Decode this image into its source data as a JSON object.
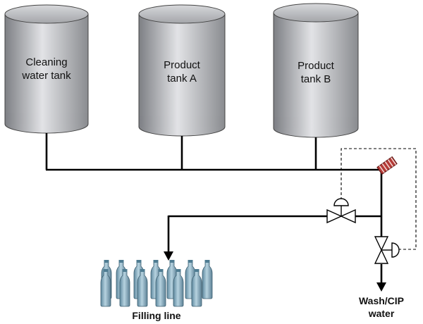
{
  "tanks": [
    {
      "line1": "Cleaning",
      "line2": "water tank"
    },
    {
      "line1": "Product",
      "line2": "tank A"
    },
    {
      "line1": "Product",
      "line2": "tank B"
    }
  ],
  "outputs": {
    "filling_line": "Filling line",
    "wash_line1": "Wash/CIP",
    "wash_line2": "water"
  },
  "icons": {
    "tank": "cylinder-tank-icon",
    "valve": "control-valve-icon",
    "sensor": "conductivity-sensor-icon",
    "bottle": "bottle-icon"
  },
  "colors": {
    "tank_fill_light": "#e2e3e6",
    "tank_fill_dark": "#7d7f84",
    "bottle_fill": "#8fb3c7",
    "sensor": "#a3312f"
  }
}
